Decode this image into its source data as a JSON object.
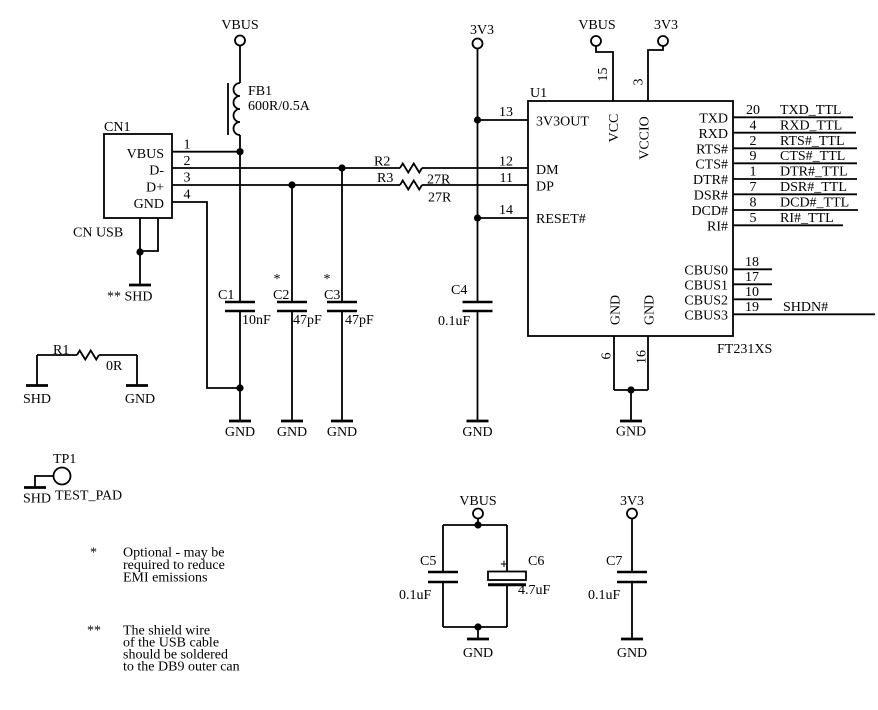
{
  "background": "#ffffff",
  "ink": "#000000",
  "power": {
    "vbus_top": "VBUS",
    "v3v3_left": "3V3",
    "vbus_ic": "VBUS",
    "v3v3_ic": "3V3",
    "vbus_bulk": "VBUS",
    "v3v3_bulk": "3V3"
  },
  "ferrite": {
    "ref": "FB1",
    "value": "600R/0.5A"
  },
  "connector": {
    "ref": "CN1",
    "name": "CN USB",
    "shield": "** SHD",
    "pins": [
      {
        "num": "1",
        "label": "VBUS"
      },
      {
        "num": "2",
        "label": "D-"
      },
      {
        "num": "3",
        "label": "D+"
      },
      {
        "num": "4",
        "label": "GND"
      }
    ]
  },
  "resistors": {
    "r1": {
      "ref": "R1",
      "value": "0R",
      "left_gnd": "SHD",
      "right_gnd": "GND"
    },
    "r2": {
      "ref": "R2",
      "value": "27R"
    },
    "r3": {
      "ref": "R3",
      "value": "27R"
    }
  },
  "capacitors": {
    "c1": {
      "ref": "C1",
      "value": "10nF",
      "gnd": "GND"
    },
    "c2": {
      "ref": "C2",
      "value": "47pF",
      "star": "*",
      "gnd": "GND"
    },
    "c3": {
      "ref": "C3",
      "value": "47pF",
      "star": "*",
      "gnd": "GND"
    },
    "c4": {
      "ref": "C4",
      "value": "0.1uF",
      "gnd": "GND"
    },
    "c5": {
      "ref": "C5",
      "value": "0.1uF"
    },
    "c6": {
      "ref": "C6",
      "value": "4.7uF",
      "plus": "+"
    },
    "c7": {
      "ref": "C7",
      "value": "0.1uF",
      "gnd": "GND"
    },
    "bulk_gnd": "GND"
  },
  "ic": {
    "ref": "U1",
    "part": "FT231XS",
    "gnd_label": "GND",
    "left_pins": [
      {
        "num": "13",
        "name": "3V3OUT"
      },
      {
        "num": "12",
        "name": "DM"
      },
      {
        "num": "11",
        "name": "DP"
      },
      {
        "num": "14",
        "name": "RESET#"
      }
    ],
    "top_pins": [
      {
        "num": "15",
        "name": "VCC"
      },
      {
        "num": "3",
        "name": "VCCIO"
      }
    ],
    "bottom_pins": [
      {
        "num": "6",
        "name": "GND"
      },
      {
        "num": "16",
        "name": "GND"
      }
    ],
    "right_pins": [
      {
        "num": "20",
        "name": "TXD",
        "net": "TXD_TTL"
      },
      {
        "num": "4",
        "name": "RXD",
        "net": "RXD_TTL"
      },
      {
        "num": "2",
        "name": "RTS#",
        "net": "RTS#_TTL"
      },
      {
        "num": "9",
        "name": "CTS#",
        "net": "CTS#_TTL"
      },
      {
        "num": "1",
        "name": "DTR#",
        "net": "DTR#_TTL"
      },
      {
        "num": "7",
        "name": "DSR#",
        "net": "DSR#_TTL"
      },
      {
        "num": "8",
        "name": "DCD#",
        "net": "DCD#_TTL"
      },
      {
        "num": "5",
        "name": "RI#",
        "net": "RI#_TTL"
      }
    ],
    "cbus_pins": [
      {
        "num": "18",
        "name": "CBUS0"
      },
      {
        "num": "17",
        "name": "CBUS1"
      },
      {
        "num": "10",
        "name": "CBUS2"
      },
      {
        "num": "19",
        "name": "CBUS3",
        "net": "SHDN#"
      }
    ]
  },
  "testpoint": {
    "ref": "TP1",
    "name": "TEST_PAD",
    "gnd": "SHD"
  },
  "notes": [
    {
      "marker": "*",
      "lines": [
        "Optional - may be",
        "required to reduce",
        "EMI emissions"
      ]
    },
    {
      "marker": "**",
      "lines": [
        "The shield wire",
        "of the USB cable",
        "should be soldered",
        "to the DB9 outer can"
      ]
    }
  ]
}
